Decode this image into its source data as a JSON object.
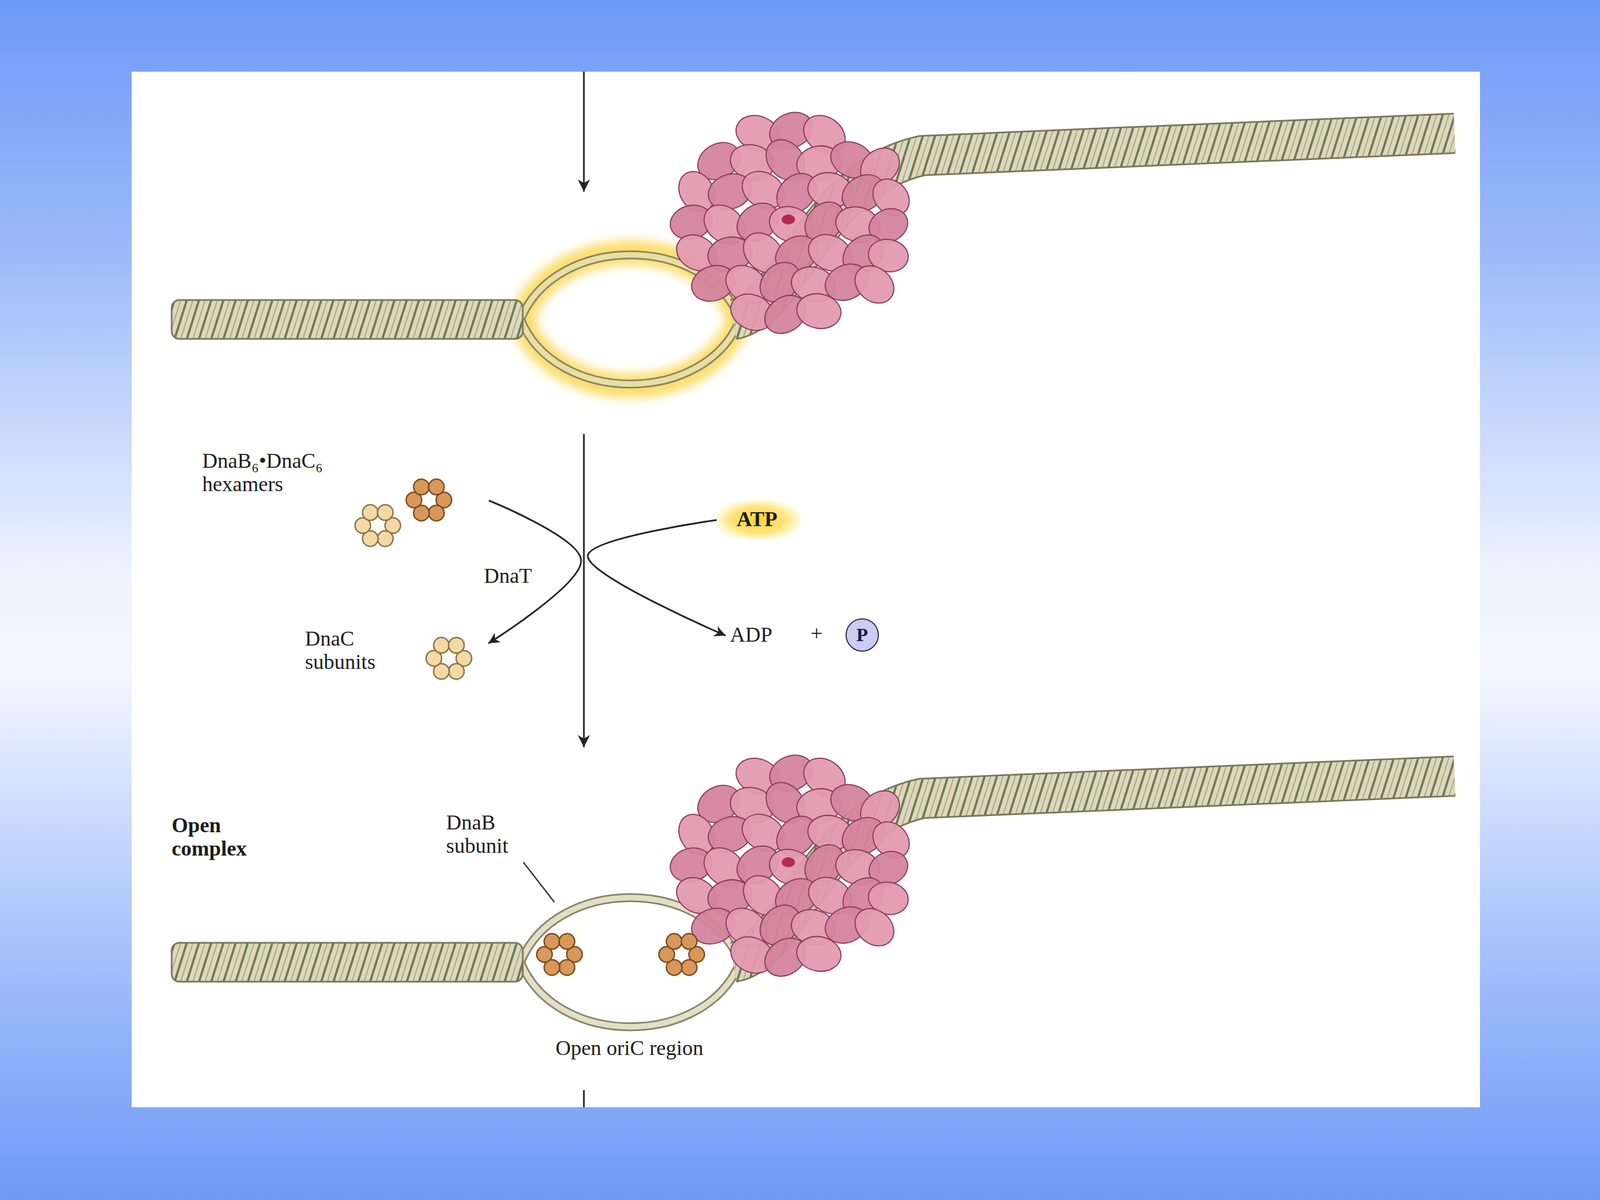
{
  "diagram": {
    "nodes": [
      {
        "text": [
          "DnaB₆•DnaC₆ hexamers"
        ]
      },
      {
        "text": [
          "DnaC subunits"
        ]
      },
      {
        "text": [
          "ATP"
        ]
      },
      {
        "text": [
          "ADP"
        ]
      },
      {
        "text": [
          "P"
        ]
      }
    ],
    "edges": [
      {
        "from": 0,
        "to": 1,
        "arrow": "to"
      },
      {
        "from": 2,
        "to": 3,
        "arrow": "to"
      }
    ],
    "labels": [
      "DnaT",
      "+",
      "Open complex",
      "DnaB subunit",
      "Open oriC region"
    ]
  }
}
